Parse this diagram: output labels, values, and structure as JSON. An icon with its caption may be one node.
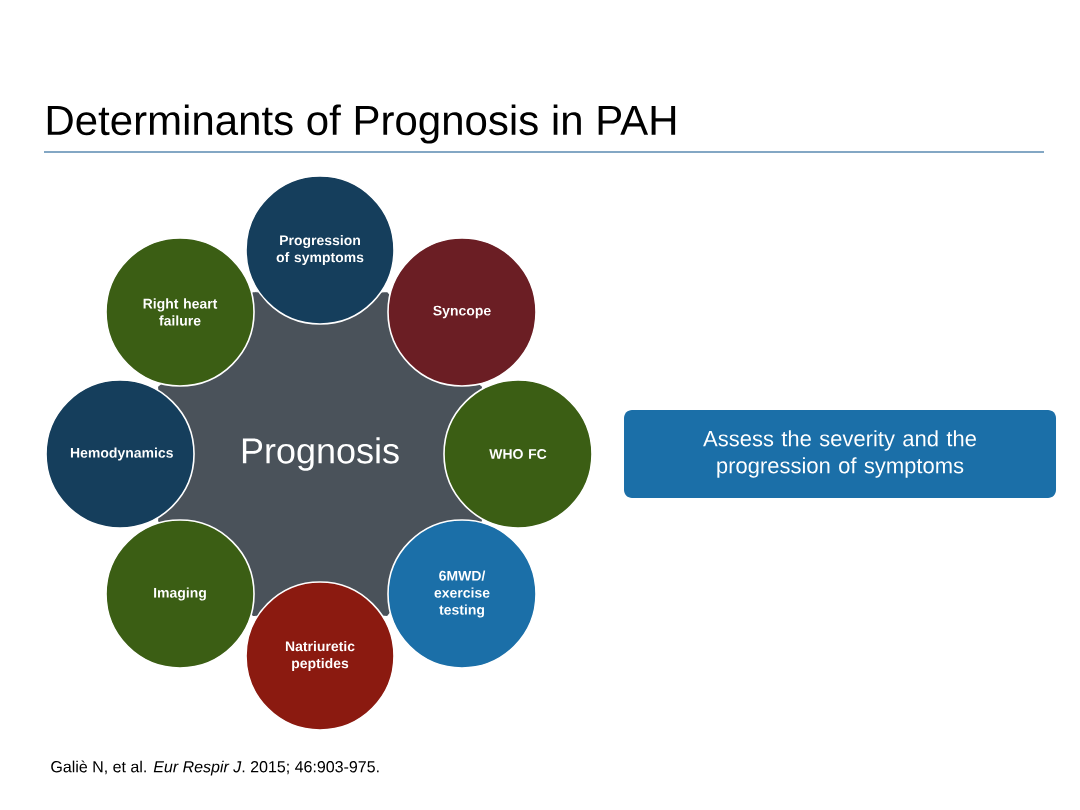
{
  "diagram": {
    "title": "Determinants of Prognosis in PAH",
    "nodes": [
      {
        "text": [
          "Prognosis"
        ]
      },
      {
        "text": [
          "Progression of symptoms"
        ]
      },
      {
        "text": [
          "Syncope"
        ]
      },
      {
        "text": [
          "WHO FC"
        ]
      },
      {
        "text": [
          "6MWD/ exercise testing"
        ]
      },
      {
        "text": [
          "Natriuretic peptides"
        ]
      },
      {
        "text": [
          "Imaging"
        ]
      },
      {
        "text": [
          "Hemodynamics"
        ]
      },
      {
        "text": [
          "Right heart failure"
        ]
      },
      {
        "text": [
          "Assess the severity and the progression of symptoms"
        ]
      }
    ],
    "labels": [
      "Galiè N, et al. *Eur Respir J*. 2015; 46:903-975."
    ]
  }
}
